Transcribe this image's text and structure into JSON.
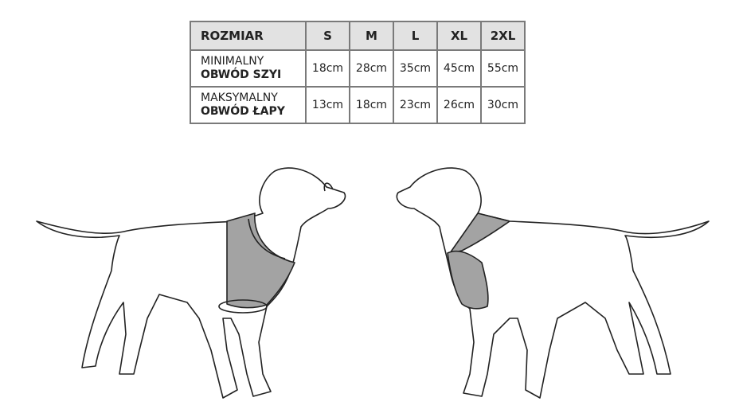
{
  "table": {
    "header": [
      "ROZMIAR",
      "S",
      "M",
      "L",
      "XL",
      "2XL"
    ],
    "rows": [
      {
        "label1": "MINIMALNY",
        "label2": "OBWÓD SZYI",
        "values": [
          "18cm",
          "28cm",
          "35cm",
          "45cm",
          "55cm"
        ]
      },
      {
        "label1": "MAKSYMALNY",
        "label2": "OBWÓD ŁAPY",
        "values": [
          "13cm",
          "18cm",
          "23cm",
          "26cm",
          "30cm"
        ]
      }
    ]
  },
  "colors": {
    "vest": "#a3a3a3",
    "border": "#7a7a7a",
    "header_bg": "#e2e2e2"
  }
}
